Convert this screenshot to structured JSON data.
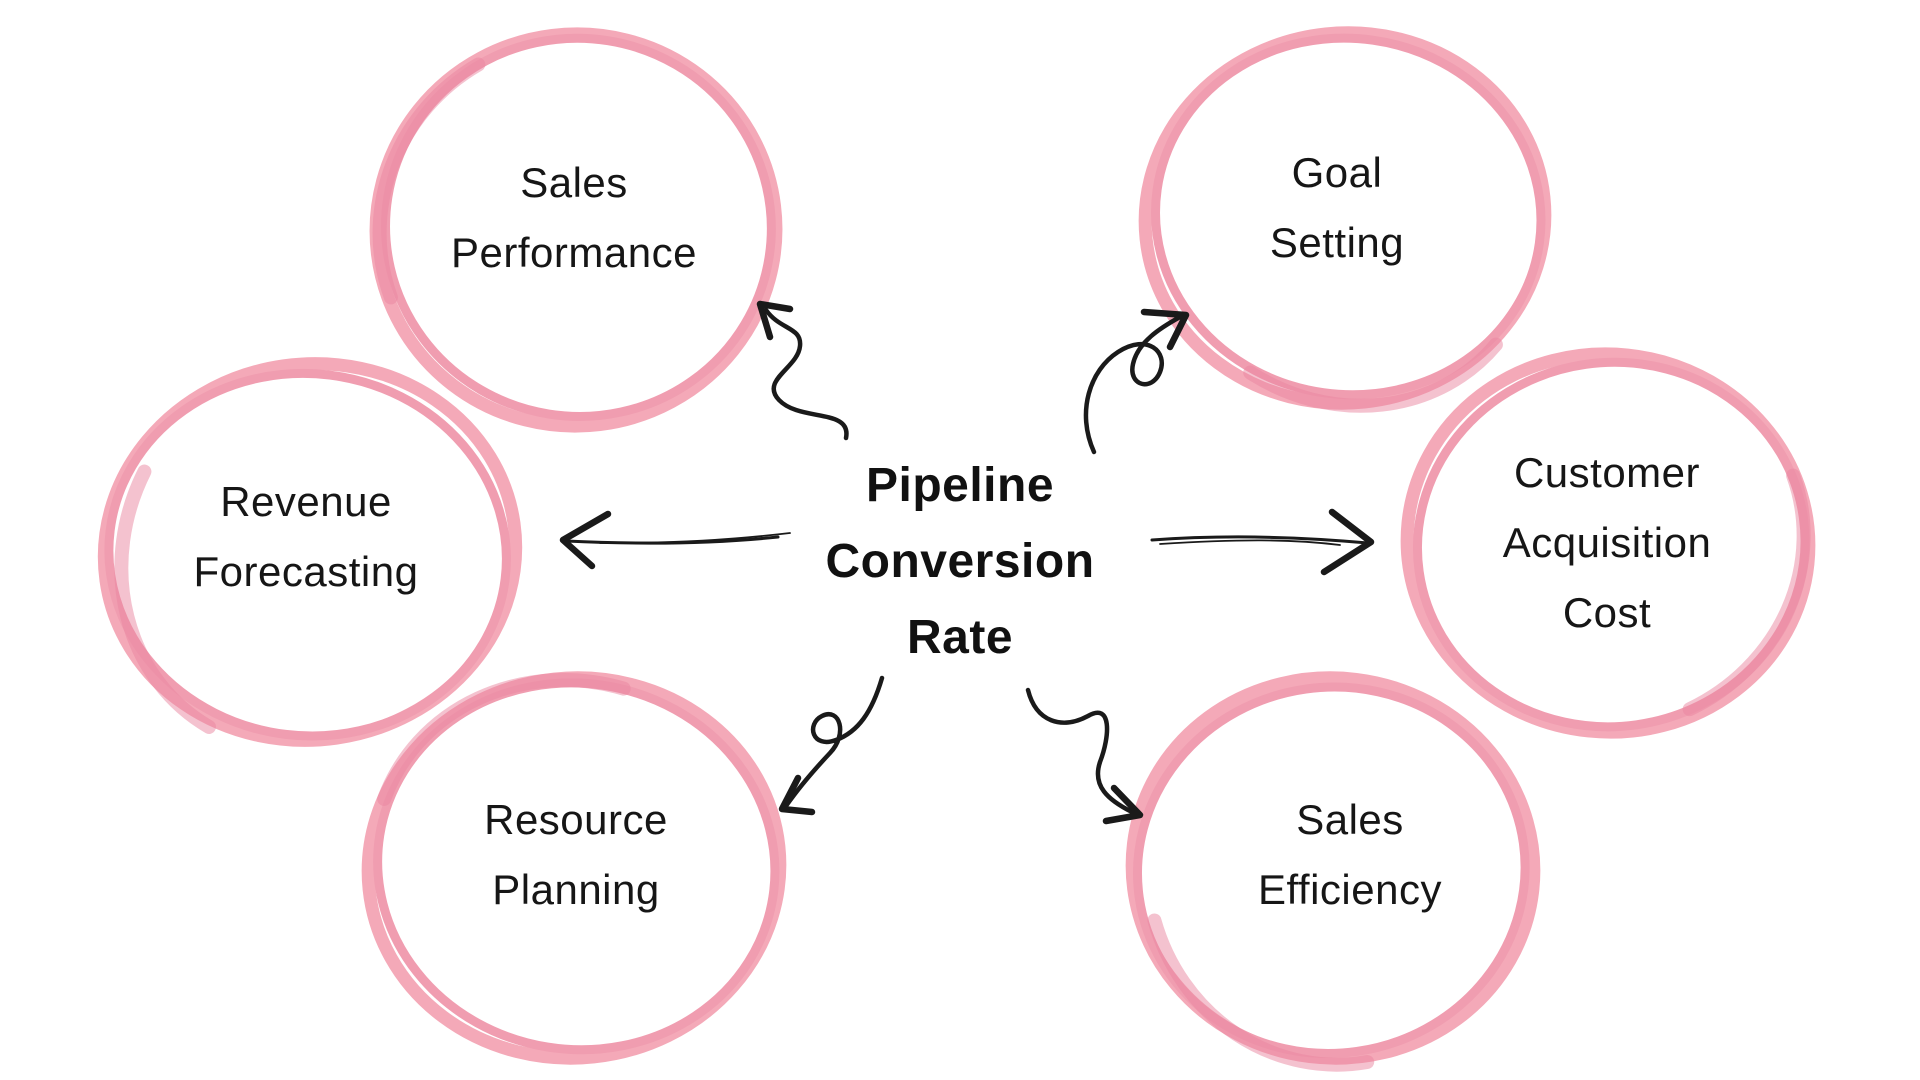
{
  "title": {
    "text": "Pipeline Conversion Rate",
    "lines": [
      "Pipeline",
      "Conversion",
      "Rate"
    ]
  },
  "nodes": [
    {
      "id": "sales-performance",
      "label": "Sales Performance",
      "lines": [
        "Sales",
        "Performance"
      ]
    },
    {
      "id": "goal-setting",
      "label": "Goal Setting",
      "lines": [
        "Goal",
        "Setting"
      ]
    },
    {
      "id": "revenue-forecasting",
      "label": "Revenue Forecasting",
      "lines": [
        "Revenue",
        "Forecasting"
      ]
    },
    {
      "id": "customer-acquisition-cost",
      "label": "Customer Acquisition Cost",
      "lines": [
        "Customer",
        "Acquisition",
        "Cost"
      ]
    },
    {
      "id": "resource-planning",
      "label": "Resource Planning",
      "lines": [
        "Resource",
        "Planning"
      ]
    },
    {
      "id": "sales-efficiency",
      "label": "Sales Efficiency",
      "lines": [
        "Sales",
        "Efficiency"
      ]
    }
  ],
  "colors": {
    "background": "#ffffff",
    "ring_pink": "#f4a9b8",
    "ring_pink_mid": "#f09db0",
    "ring_pink_dark": "#ea85a0",
    "arrow_black": "#1a1a1a",
    "text_black": "#161616"
  }
}
